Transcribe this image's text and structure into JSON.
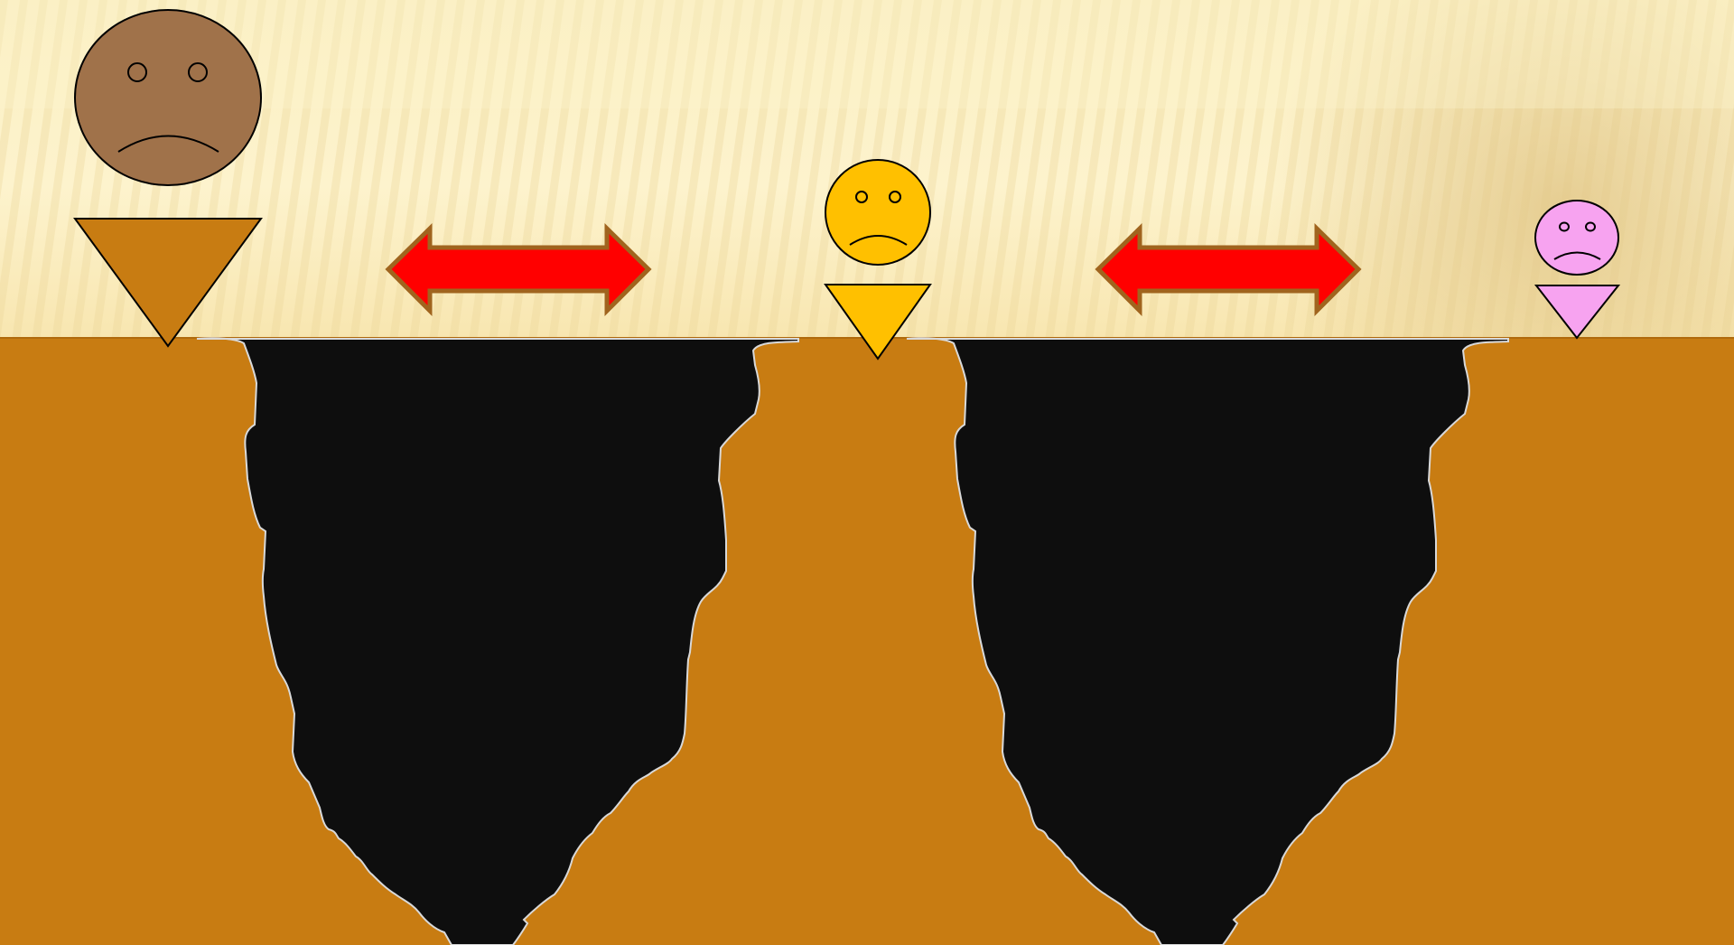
{
  "scene": {
    "colors": {
      "sky_light": "#fdf3cc",
      "sky_mid": "#f7e7b5",
      "sky_dark": "#e3c98a",
      "ground": "#c87c12",
      "chasm": "#0e0e0e",
      "chasm_edge": "#d9d9d9",
      "arrow_fill": "#ff0000",
      "arrow_stroke": "#a0641e"
    },
    "figures": [
      {
        "id": "figure-left",
        "mood": "sad",
        "head_color": "#a0724a",
        "body_color": "#c87c12"
      },
      {
        "id": "figure-middle",
        "mood": "sad",
        "head_color": "#ffc000",
        "body_color": "#ffc000"
      },
      {
        "id": "figure-right",
        "mood": "sad",
        "head_color": "#f7a3f0",
        "body_color": "#f7a3f0"
      }
    ],
    "arrows": [
      {
        "id": "arrow-left",
        "direction": "double-headed"
      },
      {
        "id": "arrow-right",
        "direction": "double-headed"
      }
    ],
    "chasms": [
      {
        "id": "chasm-left"
      },
      {
        "id": "chasm-right"
      }
    ]
  }
}
